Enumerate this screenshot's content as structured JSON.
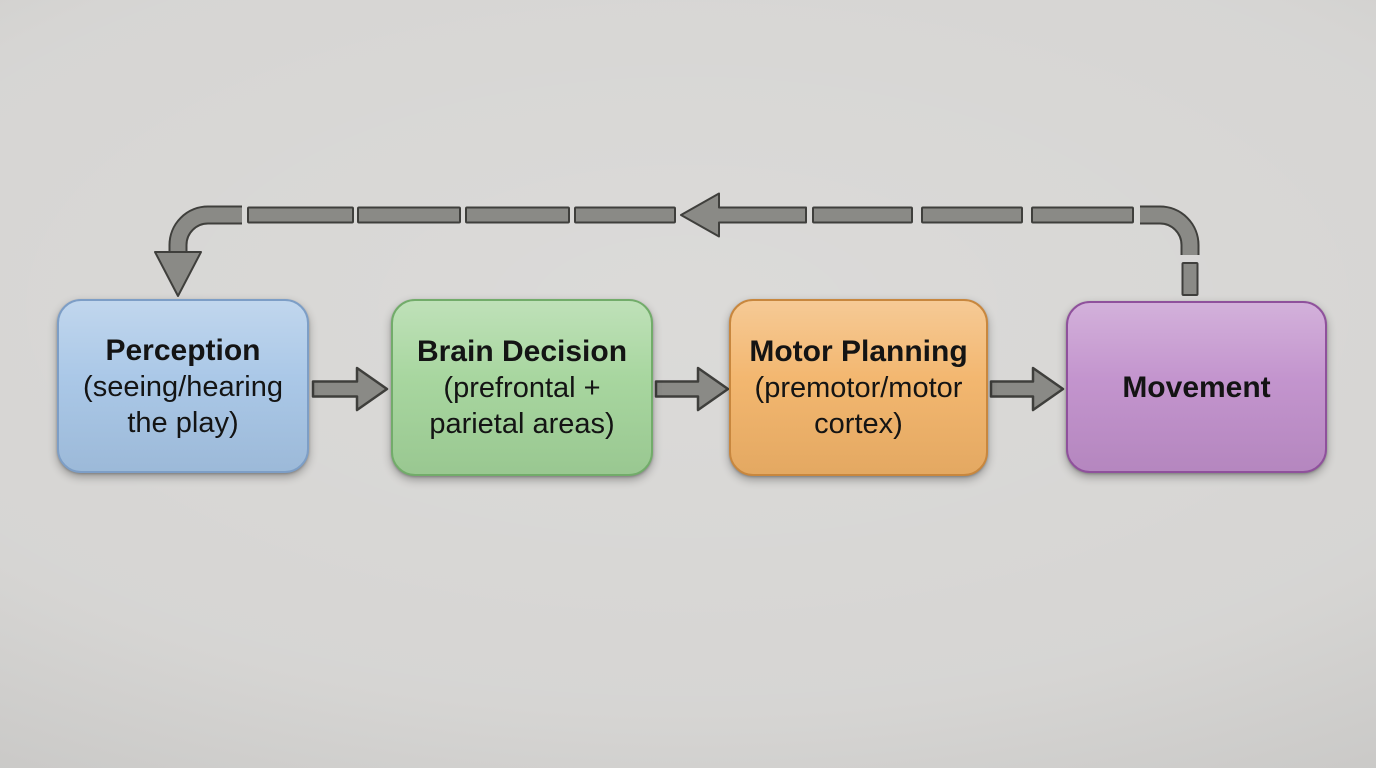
{
  "diagram": {
    "background_color": "#d5d4d2",
    "text_color": "#141414",
    "boxes": [
      {
        "id": "perception",
        "title": "Perception",
        "subtitle_lines": [
          "(seeing/hearing",
          "the play)"
        ],
        "fill": "#a6c5e6",
        "border": "#7d9ec6"
      },
      {
        "id": "brain-decision",
        "title": "Brain Decision",
        "subtitle_lines": [
          "(prefrontal +",
          "parietal areas)"
        ],
        "fill": "#a3d49a",
        "border": "#72ac6a"
      },
      {
        "id": "motor-planning",
        "title": "Motor Planning",
        "subtitle_lines": [
          "(premotor/motor",
          "cortex)"
        ],
        "fill": "#f2b368",
        "border": "#c8873e"
      },
      {
        "id": "movement",
        "title": "Movement",
        "subtitle_lines": [],
        "fill": "#c08fcb",
        "border": "#8f519c"
      }
    ],
    "edges": [
      {
        "from": "Perception",
        "to": "Brain Decision",
        "style": "solid-arrow"
      },
      {
        "from": "Brain Decision",
        "to": "Motor Planning",
        "style": "solid-arrow"
      },
      {
        "from": "Motor Planning",
        "to": "Movement",
        "style": "solid-arrow"
      },
      {
        "from": "Movement",
        "to": "Perception",
        "style": "dashed-feedback-arrow"
      }
    ],
    "arrow_colors": {
      "fill": "#8a8a86",
      "outline": "#3f3f3c"
    }
  }
}
